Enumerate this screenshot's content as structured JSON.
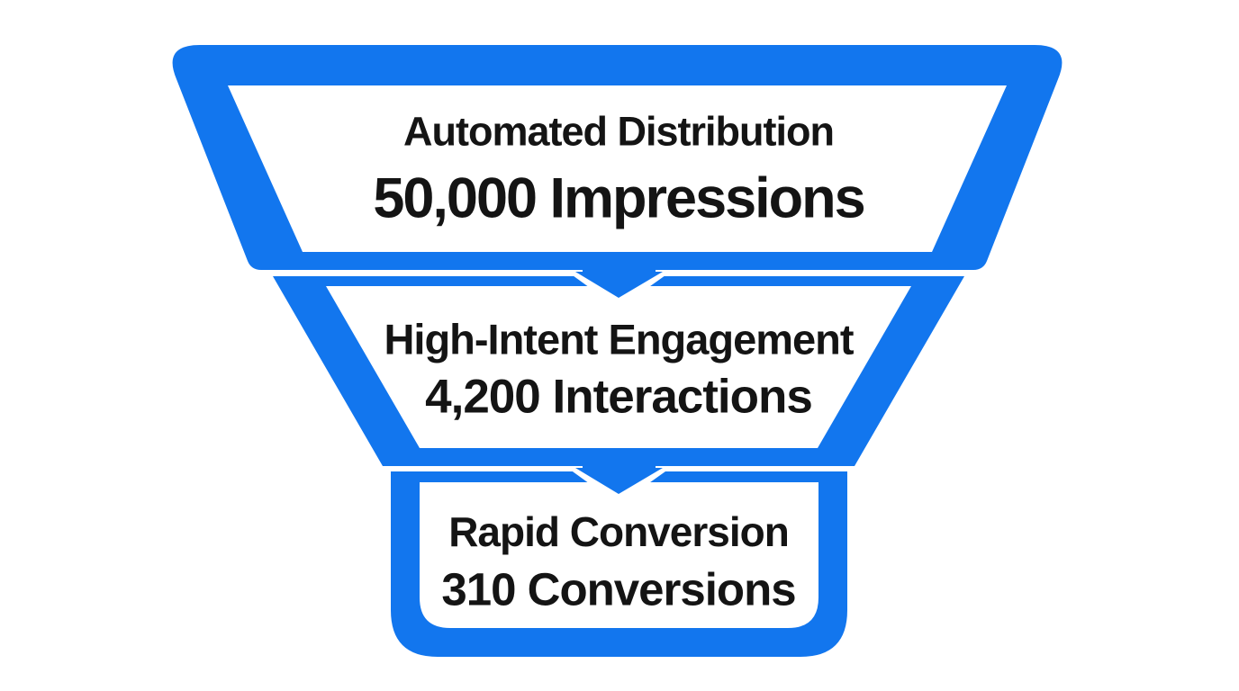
{
  "colors": {
    "background": "#ffffff",
    "funnel_blue": "#1276EE",
    "text": "#141414"
  },
  "funnel": {
    "stages": [
      {
        "label": "Automated Distribution",
        "value": "50,000 Impressions"
      },
      {
        "label": "High-Intent Engagement",
        "value": "4,200 Interactions"
      },
      {
        "label": "Rapid Conversion",
        "value": "310 Conversions"
      }
    ]
  },
  "chart_data": {
    "type": "funnel",
    "title": "",
    "direction": "top-to-bottom",
    "stages": [
      "Automated Distribution",
      "High-Intent Engagement",
      "Rapid Conversion"
    ],
    "values": [
      50000,
      4200,
      310
    ],
    "value_labels": [
      "50,000 Impressions",
      "4,200 Interactions",
      "310 Conversions"
    ],
    "units": [
      "Impressions",
      "Interactions",
      "Conversions"
    ]
  }
}
